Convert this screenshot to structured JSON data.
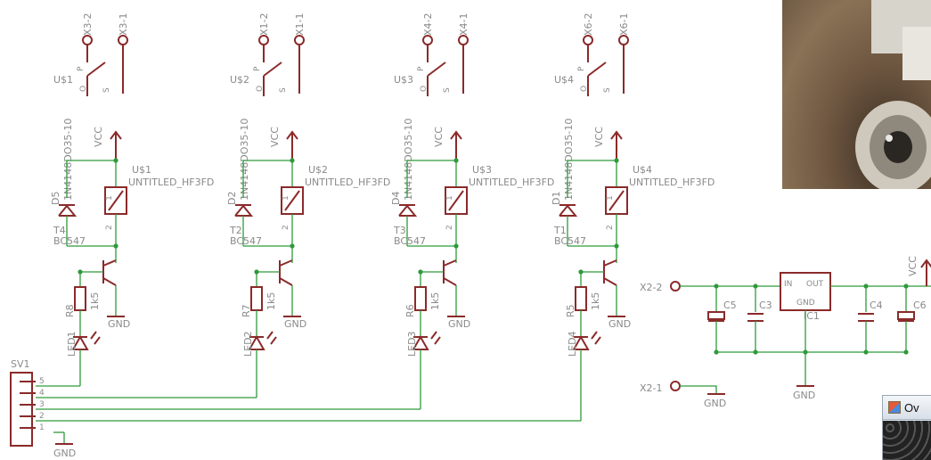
{
  "channels": [
    {
      "conn_a": "X3-2",
      "conn_b": "X3-1",
      "switch": "U$1",
      "pin_p": "P",
      "pin_o": "O",
      "pin_s": "S",
      "diode_part": "1N4148",
      "diode_ref": "D5",
      "relay_pkg": "DO35-10",
      "vcc": "VCC",
      "relay_ref": "U$1",
      "relay_name": "UNTITLED_HF3FD",
      "relay_pin1": "1",
      "relay_pin2": "2",
      "trans_ref": "T4",
      "trans_part": "BC547",
      "res_ref": "R8",
      "res_val": "1k5",
      "led_ref": "LED1",
      "gnd": "GND"
    },
    {
      "conn_a": "X1-2",
      "conn_b": "X1-1",
      "switch": "U$2",
      "pin_p": "P",
      "pin_o": "O",
      "pin_s": "S",
      "diode_part": "1N4148",
      "diode_ref": "D2",
      "relay_pkg": "DO35-10",
      "vcc": "VCC",
      "relay_ref": "U$2",
      "relay_name": "UNTITLED_HF3FD",
      "relay_pin1": "1",
      "relay_pin2": "2",
      "trans_ref": "T2",
      "trans_part": "BC547",
      "res_ref": "R7",
      "res_val": "1k5",
      "led_ref": "LED2",
      "gnd": "GND"
    },
    {
      "conn_a": "X4-2",
      "conn_b": "X4-1",
      "switch": "U$3",
      "pin_p": "P",
      "pin_o": "O",
      "pin_s": "S",
      "diode_part": "1N4148",
      "diode_ref": "D4",
      "relay_pkg": "DO35-10",
      "vcc": "VCC",
      "relay_ref": "U$3",
      "relay_name": "UNTITLED_HF3FD",
      "relay_pin1": "1",
      "relay_pin2": "2",
      "trans_ref": "T3",
      "trans_part": "BC547",
      "res_ref": "R6",
      "res_val": "1k5",
      "led_ref": "LED3",
      "gnd": "GND"
    },
    {
      "conn_a": "X6-2",
      "conn_b": "X6-1",
      "switch": "U$4",
      "pin_p": "P",
      "pin_o": "O",
      "pin_s": "S",
      "diode_part": "1N4148",
      "diode_ref": "D1",
      "relay_pkg": "DO35-10",
      "vcc": "VCC",
      "relay_ref": "U$4",
      "relay_name": "UNTITLED_HF3FD",
      "relay_pin1": "1",
      "relay_pin2": "2",
      "trans_ref": "T1",
      "trans_part": "BC547",
      "res_ref": "R5",
      "res_val": "1k5",
      "led_ref": "LED4",
      "gnd": "GND"
    }
  ],
  "header": {
    "ref": "SV1",
    "pins": [
      "5",
      "4",
      "3",
      "2",
      "1"
    ],
    "gnd": "GND"
  },
  "regulator": {
    "conn_in": "X2-2",
    "conn_gnd": "X2-1",
    "ic_ref": "IC1",
    "pin_in": "IN",
    "pin_out": "OUT",
    "pin_gnd": "GND",
    "caps": [
      "C5",
      "C3",
      "C4",
      "C6"
    ],
    "vcc": "VCC",
    "gnd_a": "GND",
    "gnd_b": "GND"
  },
  "window": {
    "title": "Ov"
  },
  "colors": {
    "wire": "#2e9a3a",
    "part": "#8b2a2a",
    "label": "#8a8a8a"
  }
}
